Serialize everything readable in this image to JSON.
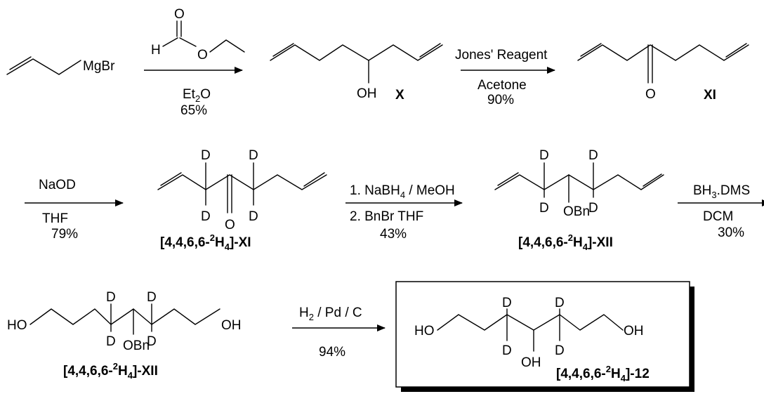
{
  "atoms": {
    "mgbr": "MgBr",
    "h": "H",
    "o": "O",
    "oh": "OH",
    "ho": "HO",
    "d": "D",
    "obn": "OBn"
  },
  "conditions": {
    "step1_solvent": "Et",
    "step1_solvent_sub": "2",
    "step1_solvent_tail": "O",
    "step1_yield": "65%",
    "step2_reagent": "Jones' Reagent",
    "step2_solvent": "Acetone",
    "step2_yield": "90%",
    "step3_reagent": "NaOD",
    "step3_solvent": "THF",
    "step3_yield": "79%",
    "step4_reagent1": "1. NaBH",
    "step4_reagent1_sub": "4",
    "step4_reagent1_tail": " / MeOH",
    "step4_reagent2": "2. BnBr THF",
    "step4_yield": "43%",
    "step5_reagent": "BH",
    "step5_reagent_sub": "3",
    "step5_reagent_tail": ".DMS",
    "step5_solvent": "DCM",
    "step5_yield": "30%",
    "step6_reagent": "H",
    "step6_reagent_sub": "2",
    "step6_reagent_tail": " / Pd / C",
    "step6_yield": "94%"
  },
  "compounds": {
    "x": "X",
    "xi": "XI",
    "label_prefix": "[4,4,6,6-",
    "label_sup": "2",
    "label_h": "H",
    "label_sub": "4",
    "label_xi_suffix": "]-XI",
    "label_xii_suffix": "]-XII",
    "label_12_suffix": "]-12"
  }
}
